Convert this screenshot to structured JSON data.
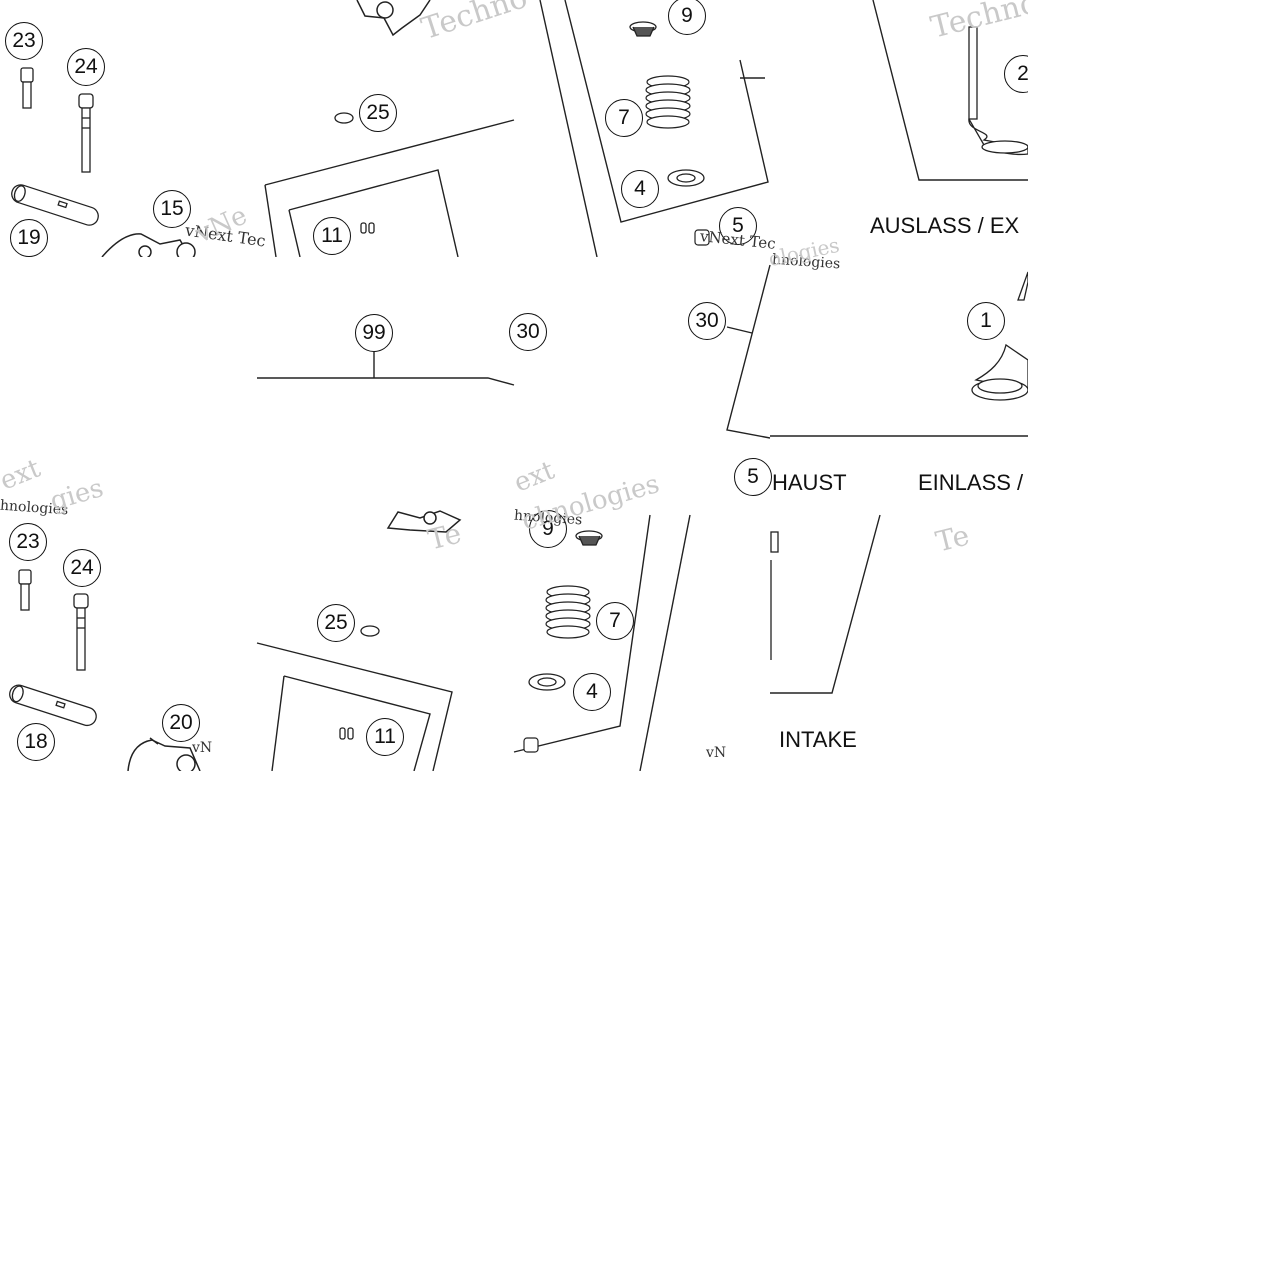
{
  "callouts": {
    "c23a": "23",
    "c24a": "24",
    "c19": "19",
    "c15": "15",
    "c25a": "25",
    "c11a": "11",
    "c9a": "9",
    "c7a": "7",
    "c4a": "4",
    "c5a": "5",
    "c2": "2",
    "c99": "99",
    "c30a": "30",
    "c30b": "30",
    "c1": "1",
    "c5b": "5",
    "c23b": "23",
    "c24b": "24",
    "c18": "18",
    "c20": "20",
    "c25b": "25",
    "c11b": "11",
    "c9b": "9",
    "c7b": "7",
    "c4b": "4"
  },
  "labels": {
    "exhaust_top": "AUSLASS / EX",
    "exhaust_bottom": "HAUST",
    "intake_top": "EINLASS /",
    "intake_bottom": "INTAKE"
  },
  "watermarks": {
    "w1": "Techno",
    "w2": "Techno",
    "w3": "vNext Tec",
    "w4": "vNe",
    "w5": "vNext Tec",
    "w6": "hnologies",
    "w7": "hnologies",
    "w8": "ext",
    "w9": "hnologies",
    "w10": "ext",
    "w11": "chnologies",
    "w12": "Te",
    "w13": "Te",
    "w14": "vN",
    "w15": "vN",
    "w16": "gies",
    "w17": "ologies"
  }
}
